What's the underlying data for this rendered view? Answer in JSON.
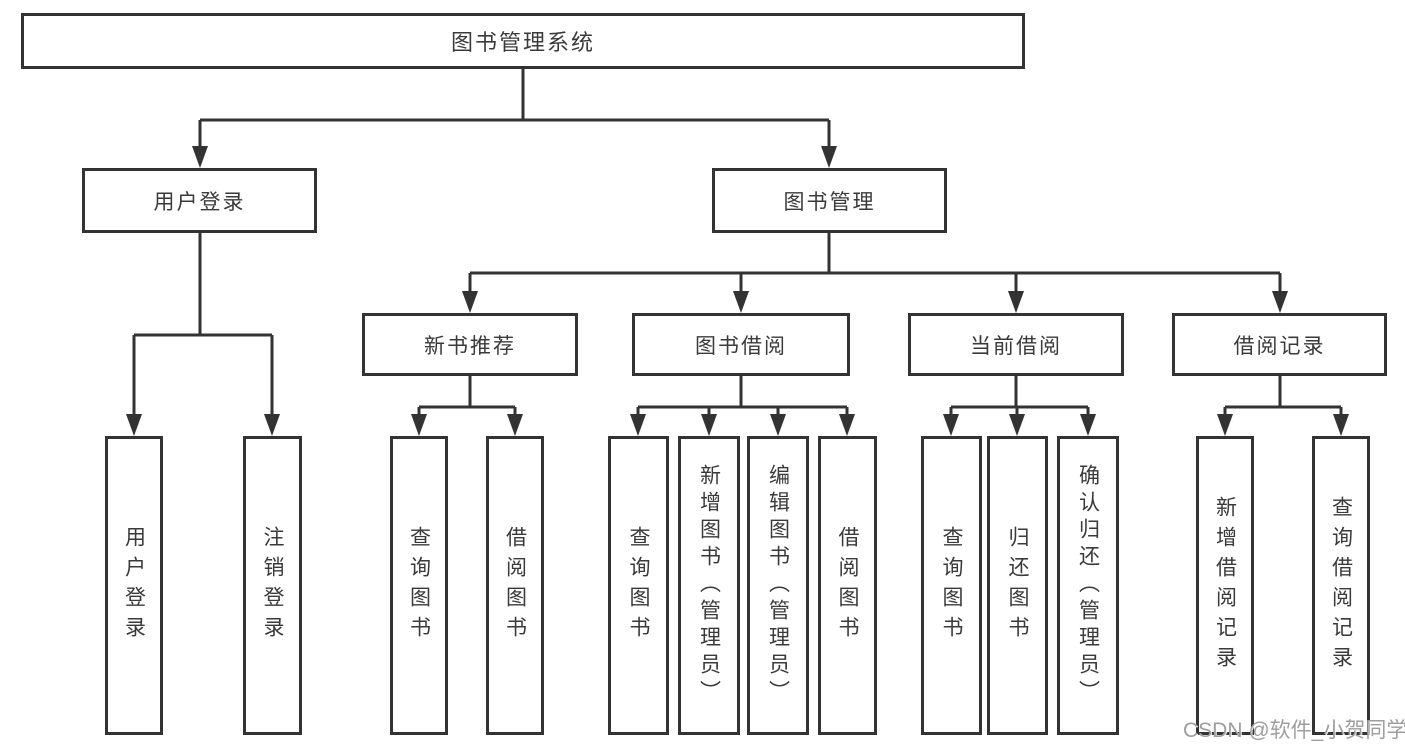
{
  "diagram": {
    "root": {
      "label": "图书管理系统"
    },
    "branches": [
      {
        "label": "用户登录",
        "children": [
          {
            "label": "用户登录"
          },
          {
            "label": "注销登录"
          }
        ]
      },
      {
        "label": "图书管理",
        "children": [
          {
            "label": "新书推荐",
            "children": [
              {
                "label": "查询图书"
              },
              {
                "label": "借阅图书"
              }
            ]
          },
          {
            "label": "图书借阅",
            "children": [
              {
                "label": "查询图书"
              },
              {
                "label": "新增图书（管理员）"
              },
              {
                "label": "编辑图书（管理员）"
              },
              {
                "label": "借阅图书"
              }
            ]
          },
          {
            "label": "当前借阅",
            "children": [
              {
                "label": "查询图书"
              },
              {
                "label": "归还图书"
              },
              {
                "label": "确认归还（管理员）"
              }
            ]
          },
          {
            "label": "借阅记录",
            "children": [
              {
                "label": "新增借阅记录"
              },
              {
                "label": "查询借阅记录"
              }
            ]
          }
        ]
      }
    ],
    "line_color": "#333333"
  },
  "watermark": {
    "text": "CSDN @软件_小贺同学"
  }
}
